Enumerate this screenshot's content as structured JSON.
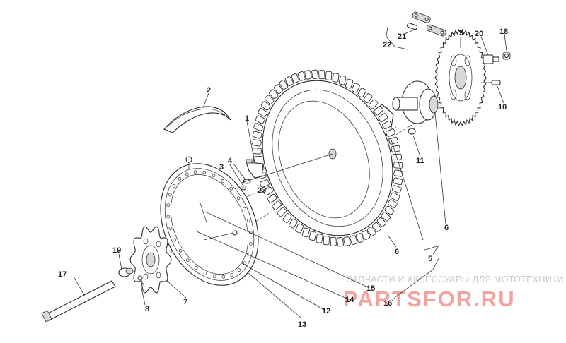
{
  "callouts": {
    "c1": "1",
    "c2": "2",
    "c3": "3",
    "c4": "4",
    "c5": "5",
    "c6a": "6",
    "c6b": "6",
    "c7": "7",
    "c8": "8",
    "c9": "9",
    "c10": "10",
    "c11": "11",
    "c12": "12",
    "c13": "13",
    "c14": "14",
    "c15": "15",
    "c16": "16",
    "c17": "17",
    "c18": "18",
    "c19": "19",
    "c20": "20",
    "c21": "21",
    "c22": "22",
    "c23": "23"
  },
  "watermark": {
    "tagline": "ЗАПЧАСТИ И АКСЕССУАРЫ ДЛЯ МОТОТЕХНИКИ",
    "brand": "PARTSFOR.RU"
  },
  "colors": {
    "line": "#2a2a2a",
    "watermark_text": "#c9c9c9",
    "watermark_logo": "#f2a3a0"
  }
}
